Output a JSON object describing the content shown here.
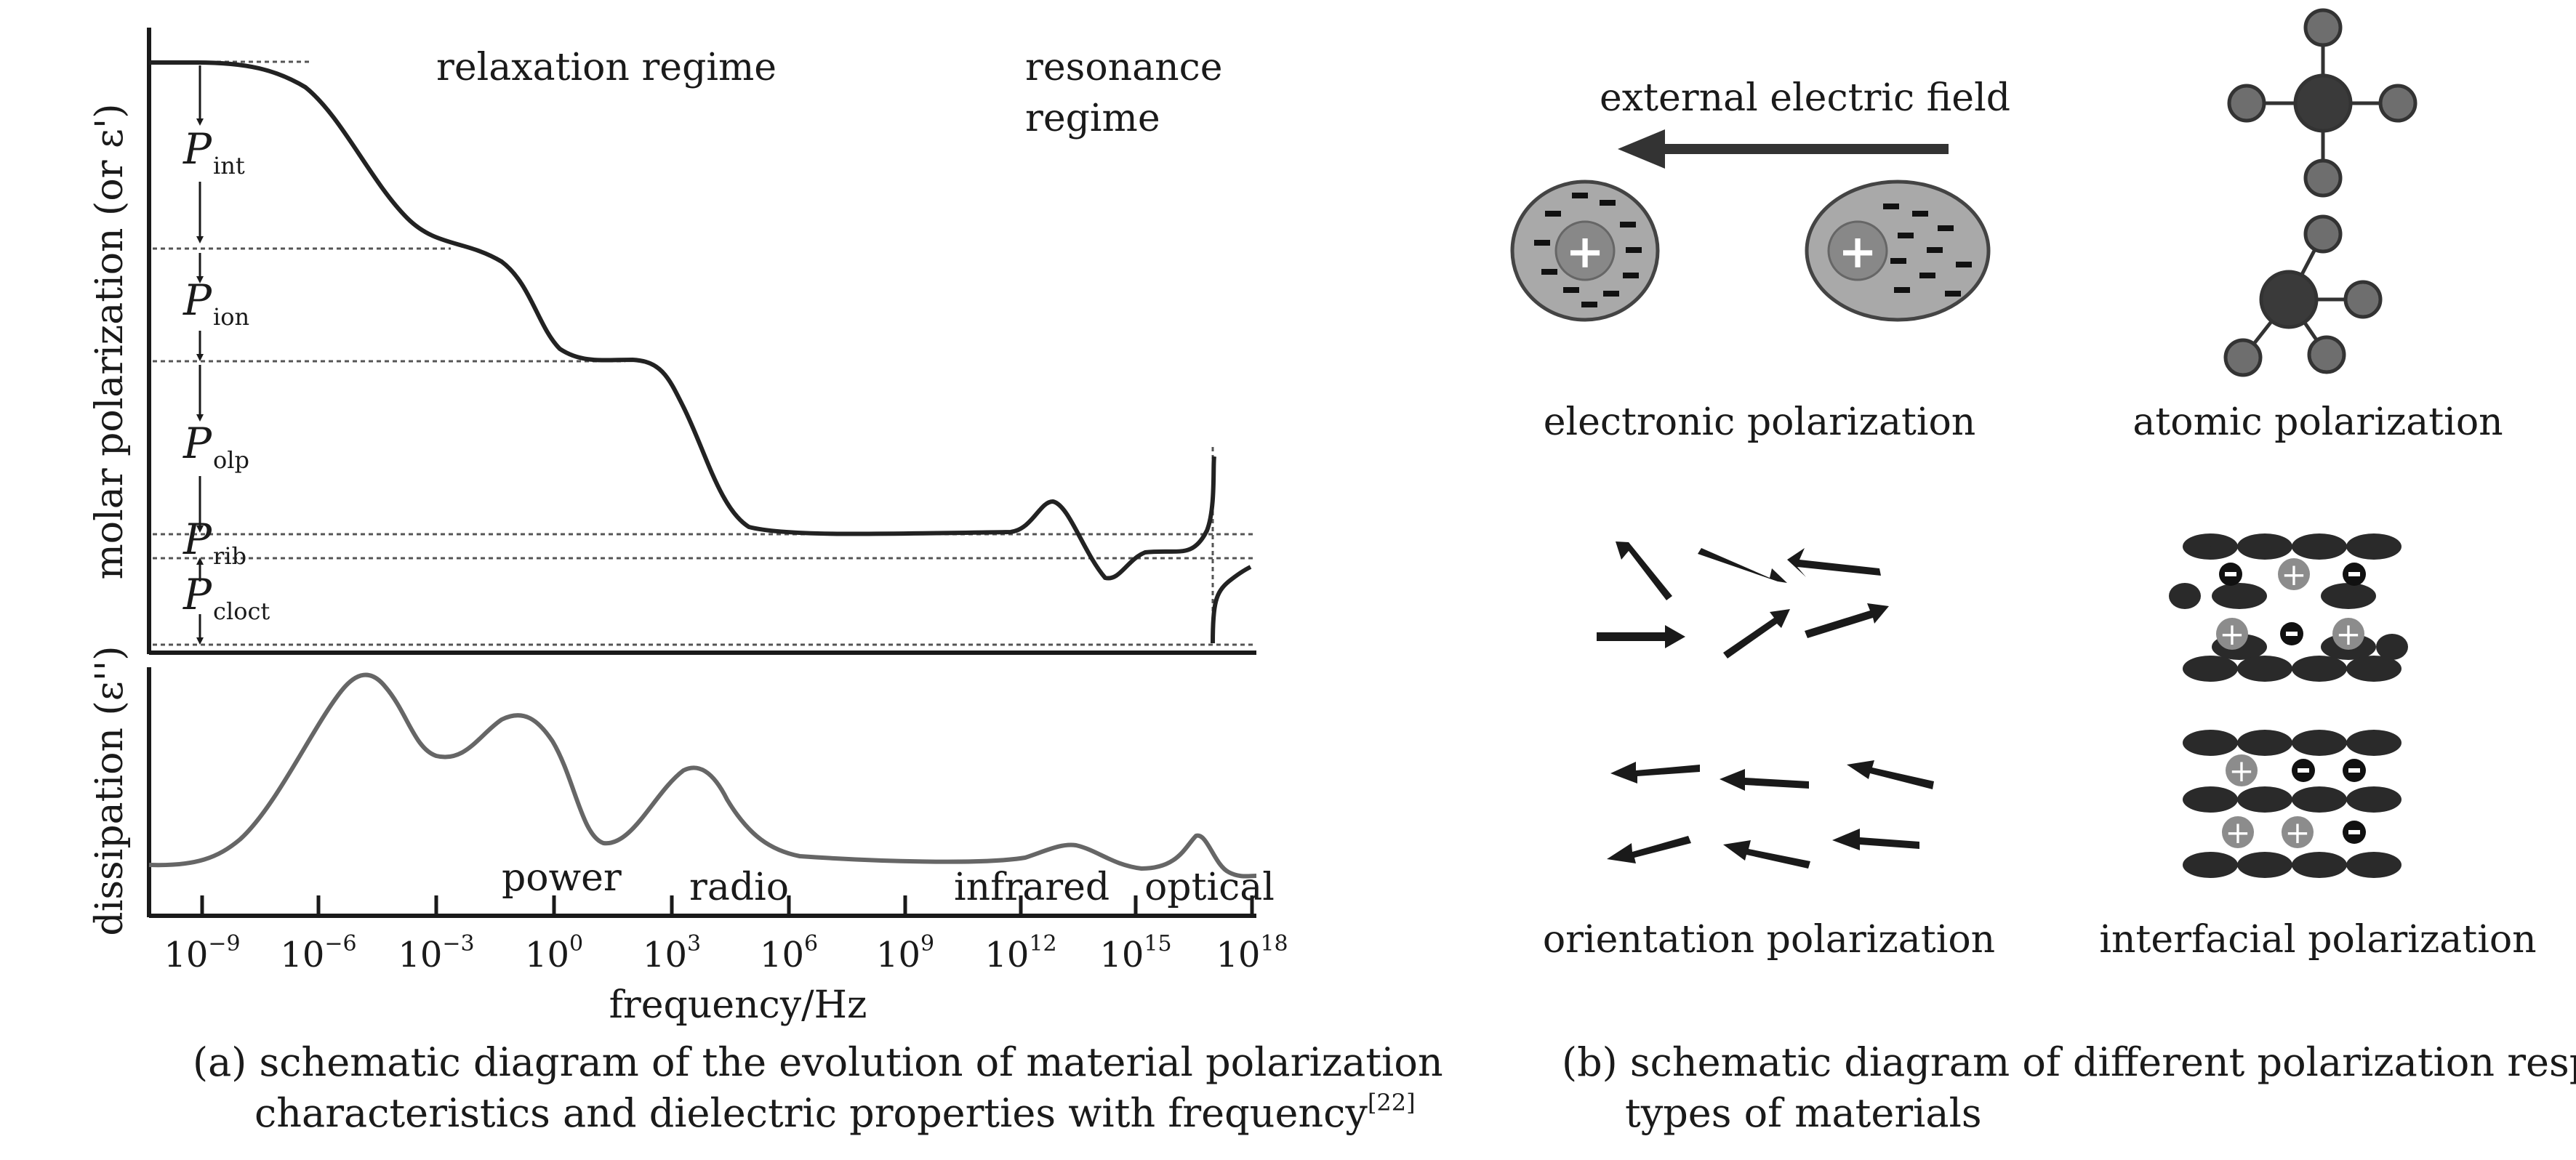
{
  "panel_a": {
    "regime_relaxation": "relaxation regime",
    "regime_resonance_line1": "resonance",
    "regime_resonance_line2": "regime",
    "ylabel_top_text": "molar polarization (or ε')",
    "ylabel_bottom_text": "dissipation (ε'')",
    "xlabel": "frequency/Hz",
    "band_power": "power",
    "band_radio": "radio",
    "band_infrared": "infrared",
    "band_optical": "optical",
    "p_letter": "P",
    "p_int_sub": "int",
    "p_ion_sub": "ion",
    "p_olp_sub": "olp",
    "p_rib_sub": "rib",
    "p_cloct_sub": "cloct",
    "ticks": [
      {
        "base": "10",
        "exp": "−9"
      },
      {
        "base": "10",
        "exp": "−6"
      },
      {
        "base": "10",
        "exp": "−3"
      },
      {
        "base": "10",
        "exp": "0"
      },
      {
        "base": "10",
        "exp": "3"
      },
      {
        "base": "10",
        "exp": "6"
      },
      {
        "base": "10",
        "exp": "9"
      },
      {
        "base": "10",
        "exp": "12"
      },
      {
        "base": "10",
        "exp": "15"
      },
      {
        "base": "10",
        "exp": "18"
      }
    ],
    "caption_line1": "(a) schematic diagram of the evolution of material polarization",
    "caption_line2": "characteristics and dielectric properties with frequency",
    "caption_ref": "[22]"
  },
  "panel_b": {
    "field_label": "external electric field",
    "electronic_label": "electronic polarization",
    "atomic_label": "atomic polarization",
    "orientation_label": "orientation polarization",
    "interfacial_label": "interfacial polarization",
    "plus_sign": "+",
    "caption_line1": "(b) schematic diagram of different polarization response",
    "caption_line2": "types of materials"
  },
  "colors": {
    "ink": "#1a1a1a",
    "curve": "#222222",
    "dissipation_curve": "#666666",
    "cloud_fill": "#a9a9a9",
    "nucleus_fill": "#888888",
    "atom_dark": "#3a3a3a",
    "atom_light": "#6e6e6e",
    "ellipse_dark": "#2a2a2a",
    "charge_light": "#8c8c8c"
  }
}
